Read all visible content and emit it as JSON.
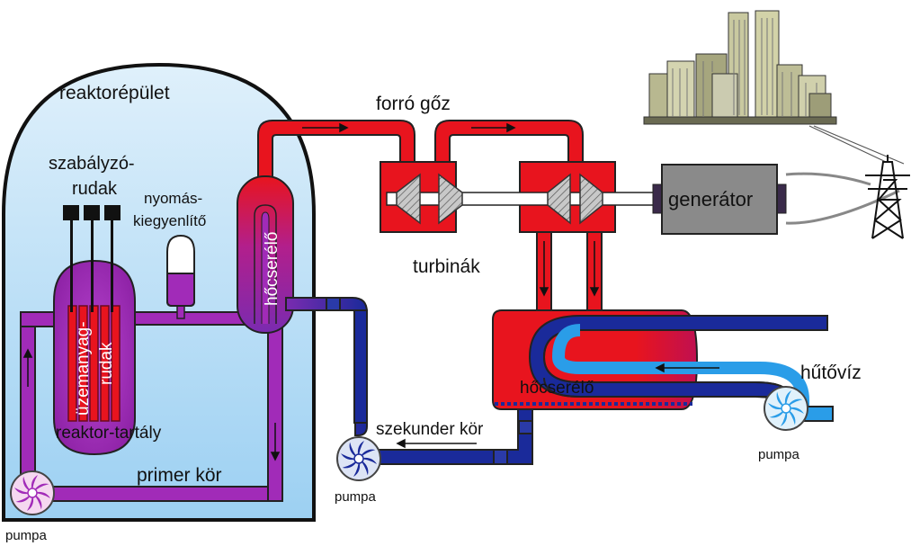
{
  "labels": {
    "reactor_building": "reaktorépület",
    "control_rods_1": "szabályzó-",
    "control_rods_2": "rudak",
    "pressurizer_1": "nyomás-",
    "pressurizer_2": "kiegyenlítő",
    "fuel_rods_1": "üzemanyag-",
    "fuel_rods_2": "rudak",
    "reactor_vessel": "reaktor-tartály",
    "primary_loop": "primer kör",
    "pump_primary": "pumpa",
    "steam_generator": "hőcserélő",
    "hot_steam": "forró gőz",
    "turbines": "turbinák",
    "generator": "generátor",
    "condenser": "hőcserélő",
    "secondary_loop": "szekunder kör",
    "pump_secondary": "pumpa",
    "cooling_water": "hűtővíz",
    "pump_cooling": "pumpa"
  },
  "colors": {
    "primary_loop": "#a12bb8",
    "steam": "#e8141e",
    "secondary_water": "#1a2a9a",
    "cooling_water": "#2a9de8",
    "building_fill": "#bfe0f7",
    "generator_fill": "#8a8a8a"
  }
}
